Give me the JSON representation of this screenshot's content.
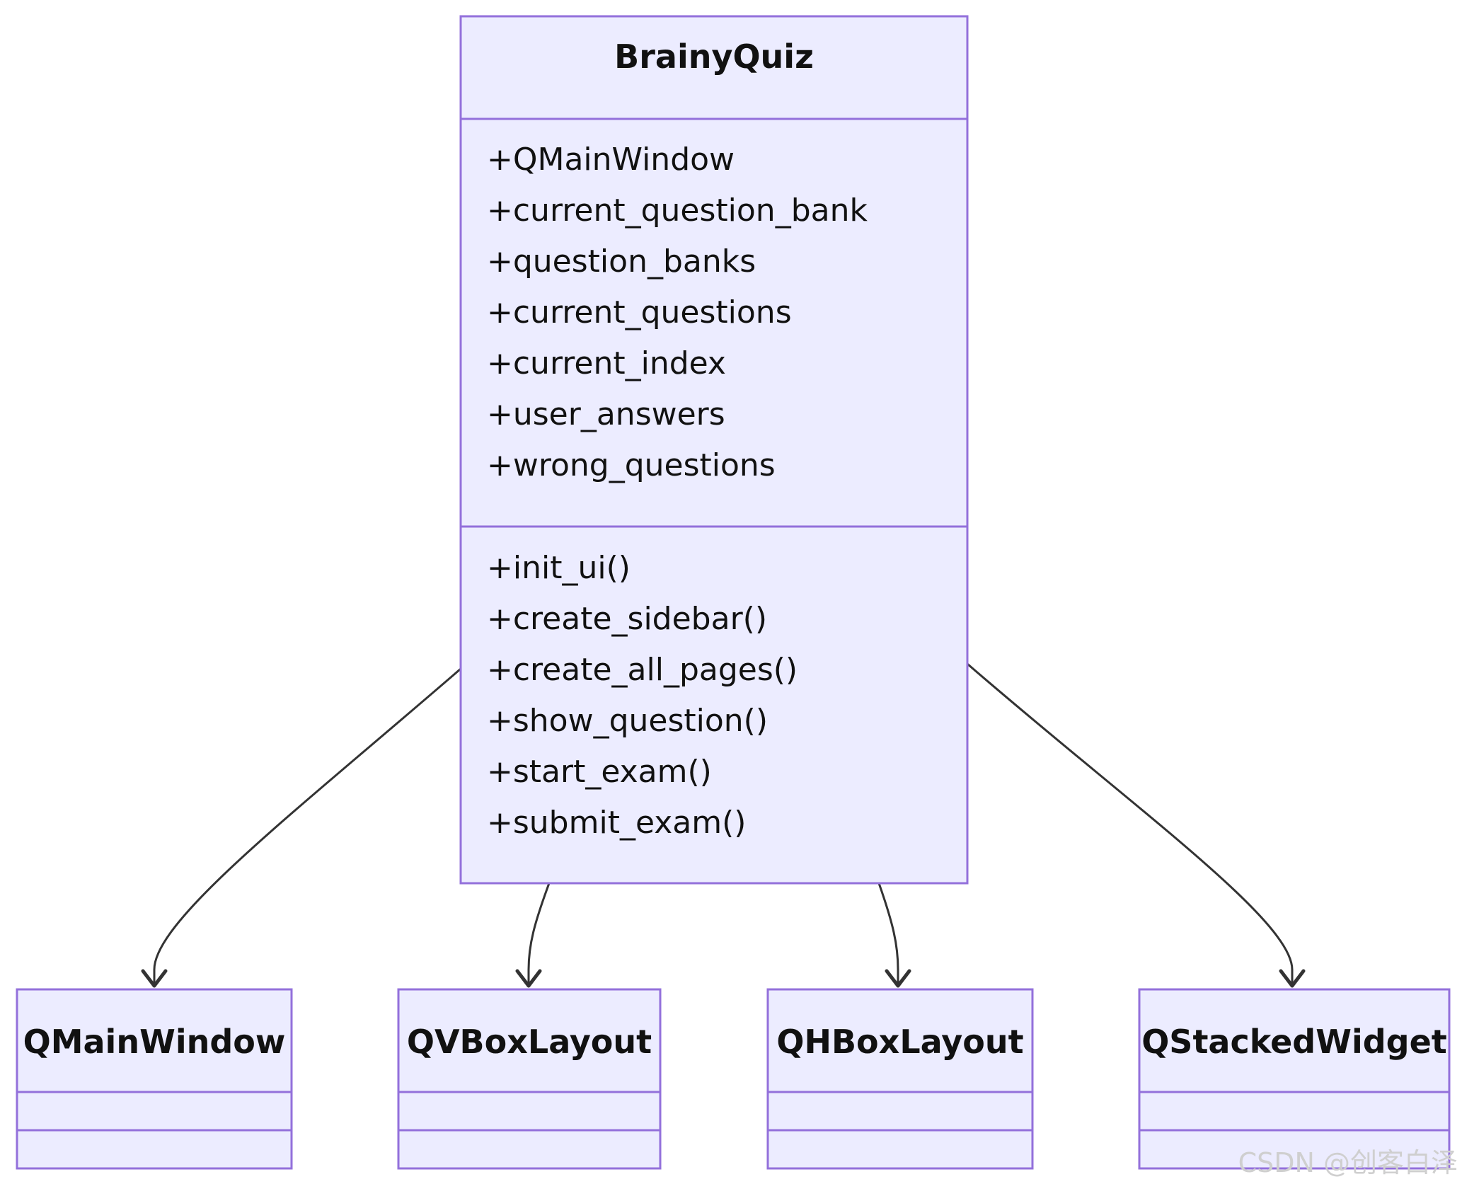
{
  "diagram": {
    "main_class": {
      "name": "BrainyQuiz",
      "attributes": [
        "+QMainWindow",
        "+current_question_bank",
        "+question_banks",
        "+current_questions",
        "+current_index",
        "+user_answers",
        "+wrong_questions"
      ],
      "methods": [
        "+init_ui()",
        "+create_sidebar()",
        "+create_all_pages()",
        "+show_question()",
        "+start_exam()",
        "+submit_exam()"
      ]
    },
    "classes": [
      {
        "name": "QMainWindow"
      },
      {
        "name": "QVBoxLayout"
      },
      {
        "name": "QHBoxLayout"
      },
      {
        "name": "QStackedWidget"
      }
    ],
    "relations": [
      {
        "from": "BrainyQuiz",
        "to": "QMainWindow"
      },
      {
        "from": "BrainyQuiz",
        "to": "QVBoxLayout"
      },
      {
        "from": "BrainyQuiz",
        "to": "QHBoxLayout"
      },
      {
        "from": "BrainyQuiz",
        "to": "QStackedWidget"
      }
    ]
  },
  "watermark": "CSDN @创客白泽"
}
